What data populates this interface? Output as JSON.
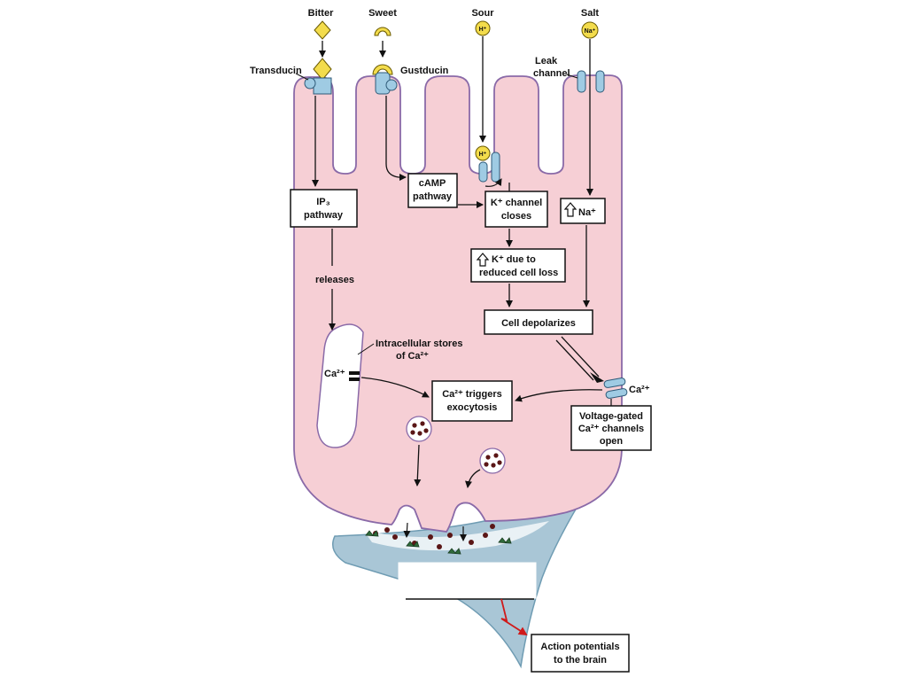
{
  "stimuli": {
    "bitter": "Bitter",
    "sweet": "Sweet",
    "sour": "Sour",
    "salt": "Salt",
    "sour_ion": "H⁺",
    "salt_ion": "Na⁺"
  },
  "labels": {
    "transducin": "Transducin",
    "gustducin": "Gustducin",
    "leak_channel_line1": "Leak",
    "leak_channel_line2": "channel",
    "releases": "releases",
    "stores_line1": "Intracellular stores",
    "stores_line2": "of Ca²⁺",
    "ca_store": "Ca²⁺",
    "ca_channel": "Ca²⁺"
  },
  "boxes": {
    "ip3_line1": "IP₃",
    "ip3_line2": "pathway",
    "camp_line1": "cAMP",
    "camp_line2": "pathway",
    "k_closes_line1": "K⁺ channel",
    "k_closes_line2": "closes",
    "k_rise_line1": "K⁺ due to",
    "k_rise_line2": "reduced cell loss",
    "na_rise": "Na⁺",
    "depolarizes": "Cell depolarizes",
    "ca_triggers_line1": "Ca²⁺ triggers",
    "ca_triggers_line2": "exocytosis",
    "voltage_line1": "Voltage-gated",
    "voltage_line2": "Ca²⁺ channels",
    "voltage_line3": "open",
    "action_line1": "Action potentials",
    "action_line2": "to the brain"
  },
  "colors": {
    "cell_fill": "#f6cfd5",
    "cell_stroke": "#8a6aa8",
    "neuron_fill": "#a9c6d6",
    "receptor_blue": "#9fcbe3",
    "ligand_yellow": "#f3dc4c",
    "vesicle_dot": "#5a1616",
    "signal_red": "#d01a1a"
  }
}
